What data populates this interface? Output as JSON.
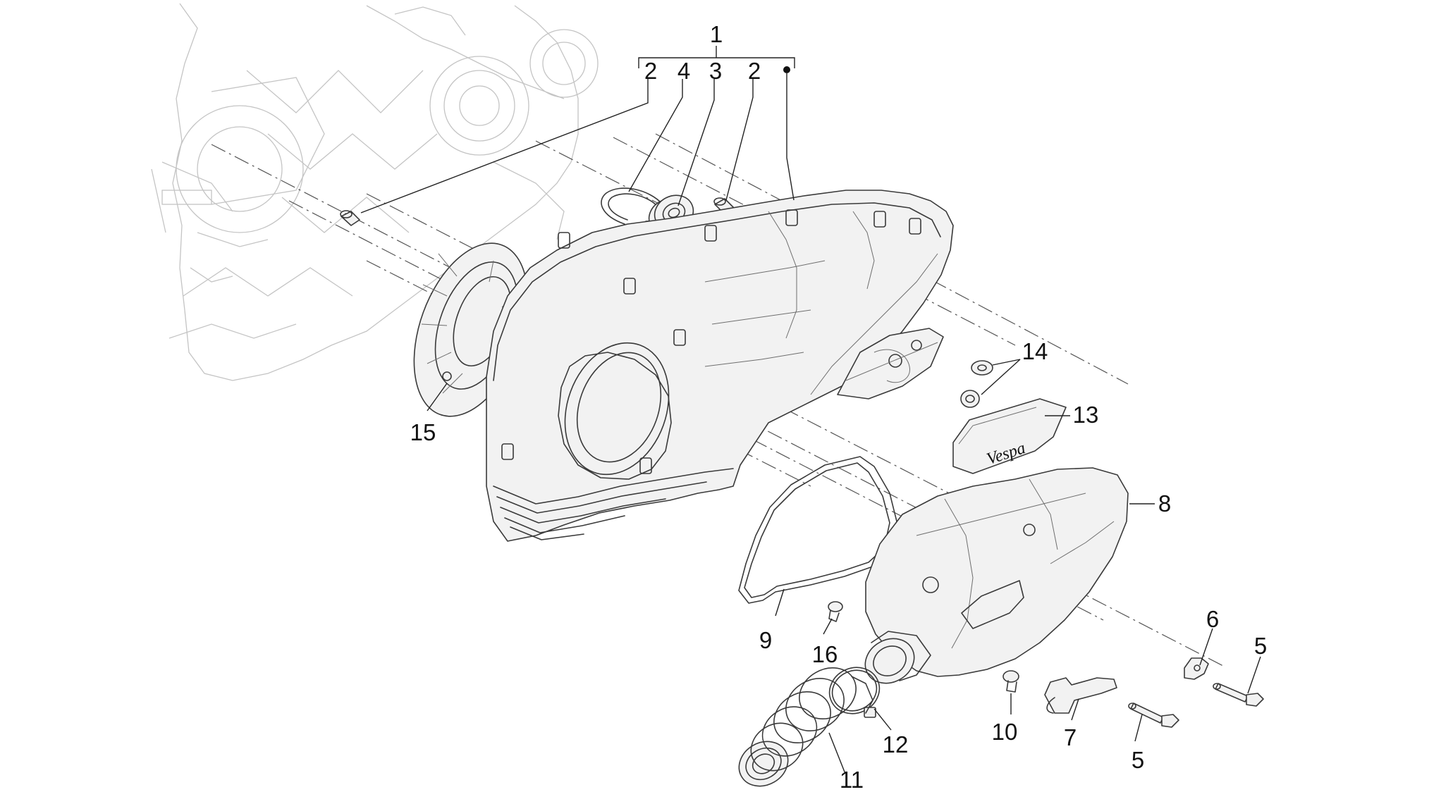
{
  "callouts": {
    "c1": "1",
    "c2a": "2",
    "c4": "4",
    "c3": "3",
    "c2b": "2",
    "c14": "14",
    "c13": "13",
    "c15": "15",
    "c8": "8",
    "c9": "9",
    "c16": "16",
    "c6": "6",
    "c5a": "5",
    "c10": "10",
    "c7": "7",
    "c5b": "5",
    "c12": "12",
    "c11": "11"
  },
  "cover_logo": "Vespa"
}
